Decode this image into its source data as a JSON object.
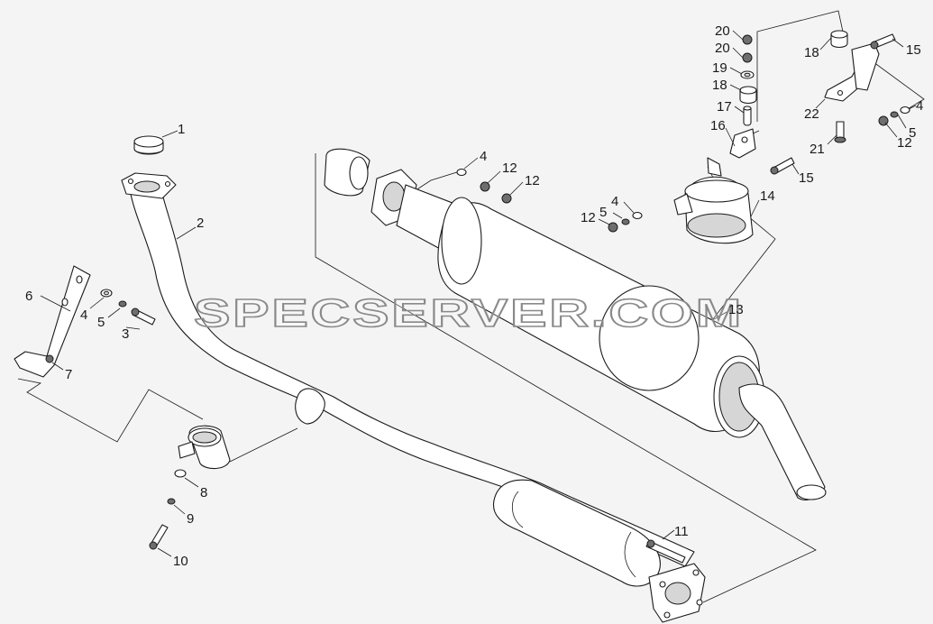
{
  "diagram": {
    "watermark": "SPECSERVER.COM",
    "callouts": [
      {
        "id": "c1",
        "label": "1"
      },
      {
        "id": "c2",
        "label": "2"
      },
      {
        "id": "c3",
        "label": "3"
      },
      {
        "id": "c4a",
        "label": "4"
      },
      {
        "id": "c5a",
        "label": "5"
      },
      {
        "id": "c6",
        "label": "6"
      },
      {
        "id": "c7",
        "label": "7"
      },
      {
        "id": "c8",
        "label": "8"
      },
      {
        "id": "c9",
        "label": "9"
      },
      {
        "id": "c10",
        "label": "10"
      },
      {
        "id": "c11",
        "label": "11"
      },
      {
        "id": "c4b",
        "label": "4"
      },
      {
        "id": "c12a",
        "label": "12"
      },
      {
        "id": "c12b",
        "label": "12"
      },
      {
        "id": "c13",
        "label": "13"
      },
      {
        "id": "c4c",
        "label": "4"
      },
      {
        "id": "c5c",
        "label": "5"
      },
      {
        "id": "c12c",
        "label": "12"
      },
      {
        "id": "c14",
        "label": "14"
      },
      {
        "id": "c15a",
        "label": "15"
      },
      {
        "id": "c16",
        "label": "16"
      },
      {
        "id": "c17",
        "label": "17"
      },
      {
        "id": "c18a",
        "label": "18"
      },
      {
        "id": "c19",
        "label": "19"
      },
      {
        "id": "c20a",
        "label": "20"
      },
      {
        "id": "c20b",
        "label": "20"
      },
      {
        "id": "c18b",
        "label": "18"
      },
      {
        "id": "c15b",
        "label": "15"
      },
      {
        "id": "c22",
        "label": "22"
      },
      {
        "id": "c21",
        "label": "21"
      },
      {
        "id": "c4d",
        "label": "4"
      },
      {
        "id": "c5d",
        "label": "5"
      },
      {
        "id": "c12d",
        "label": "12"
      }
    ]
  }
}
